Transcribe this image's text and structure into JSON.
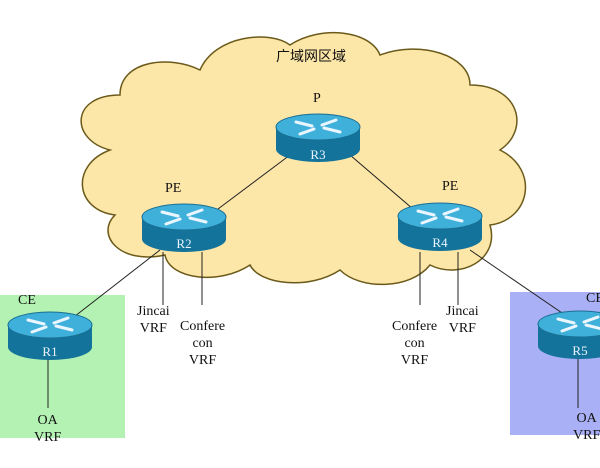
{
  "title": "广域网区域",
  "colors": {
    "cloud": "#fde7a8",
    "cloud_outline": "#6b5a1a",
    "ce_left": "#b3f2b3",
    "ce_right": "#aab0f5",
    "router": "#1d8fb8"
  },
  "roles": {
    "p": "P",
    "pe_left": "PE",
    "pe_right": "PE",
    "ce_left": "CE",
    "ce_right": "CE"
  },
  "routers": {
    "r1": "R1",
    "r2": "R2",
    "r3": "R3",
    "r4": "R4",
    "r5": "R5"
  },
  "vrf": {
    "r2_jincai": [
      "Jincai",
      "VRF"
    ],
    "r2_conference": [
      "Confere",
      "con",
      "VRF"
    ],
    "r4_conference": [
      "Confere",
      "con",
      "VRF"
    ],
    "r4_jincai": [
      "Jincai",
      "VRF"
    ],
    "r1_oa": [
      "OA",
      "VRF"
    ],
    "r5_oa": [
      "OA",
      "VRF"
    ]
  }
}
